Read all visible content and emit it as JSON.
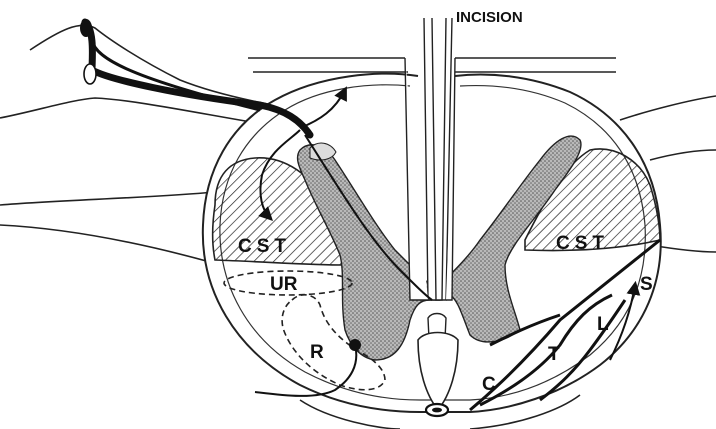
{
  "labels": {
    "incision": "INCISION",
    "cst_left": "CST",
    "cst_right": "CST",
    "ur": "UR",
    "r": "R",
    "c": "C",
    "t": "T",
    "l": "L",
    "s": "S"
  }
}
